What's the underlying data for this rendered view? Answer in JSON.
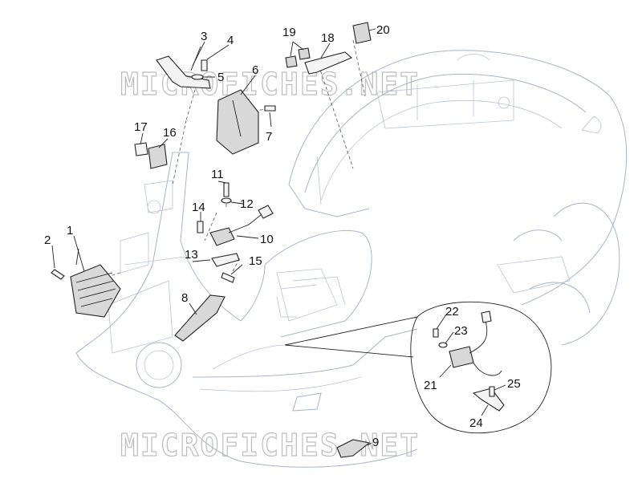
{
  "watermark": "MICROFICHES.NET",
  "callouts": [
    "1",
    "2",
    "3",
    "4",
    "5",
    "6",
    "7",
    "8",
    "9",
    "10",
    "11",
    "12",
    "13",
    "14",
    "15",
    "16",
    "17",
    "18",
    "19",
    "20",
    "21",
    "22",
    "23",
    "24",
    "25"
  ]
}
